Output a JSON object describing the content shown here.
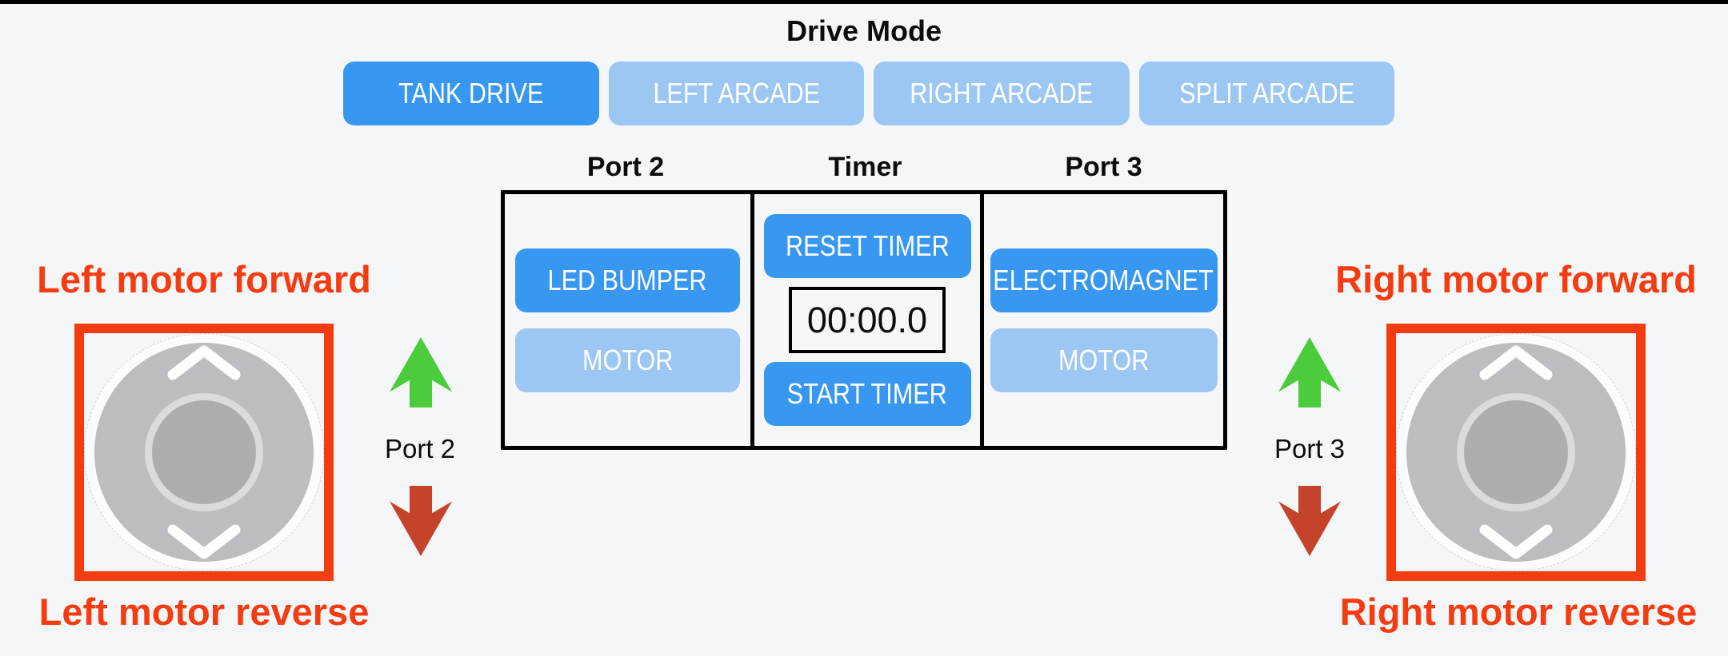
{
  "page": {
    "background": "#f5f6f8",
    "top_bar_color": "#000000"
  },
  "drive_mode": {
    "title": "Drive Mode",
    "buttons": [
      {
        "label": "TANK DRIVE",
        "active": true
      },
      {
        "label": "LEFT ARCADE",
        "active": false
      },
      {
        "label": "RIGHT ARCADE",
        "active": false
      },
      {
        "label": "SPLIT ARCADE",
        "active": false
      }
    ]
  },
  "control_panel": {
    "columns": [
      {
        "header": "Port 2",
        "buttons": [
          {
            "label": "LED BUMPER",
            "active": true
          },
          {
            "label": "MOTOR",
            "active": false
          }
        ]
      },
      {
        "header": "Timer",
        "reset_label": "RESET TIMER",
        "display": "00:00.0",
        "start_label": "START TIMER"
      },
      {
        "header": "Port 3",
        "buttons": [
          {
            "label": "ELECTROMAGNET",
            "active": true
          },
          {
            "label": "MOTOR",
            "active": false
          }
        ]
      }
    ]
  },
  "annotations": {
    "left": {
      "forward": "Left motor forward",
      "reverse": "Left motor reverse",
      "port": "Port 2"
    },
    "right": {
      "forward": "Right motor forward",
      "reverse": "Right motor reverse",
      "port": "Port 3"
    }
  },
  "icons": {
    "joystick_chevron_up": "chevron-up",
    "joystick_chevron_down": "chevron-down",
    "motor_forward_arrow": "thick-arrow-up",
    "motor_reverse_arrow": "thick-arrow-down"
  },
  "colors": {
    "accent_blue": "#3897f0",
    "inactive_blue": "#9cc7f3",
    "annotation_red": "#f53b10",
    "arrow_green": "#4ccb3c",
    "arrow_dark_red": "#c5432a"
  }
}
